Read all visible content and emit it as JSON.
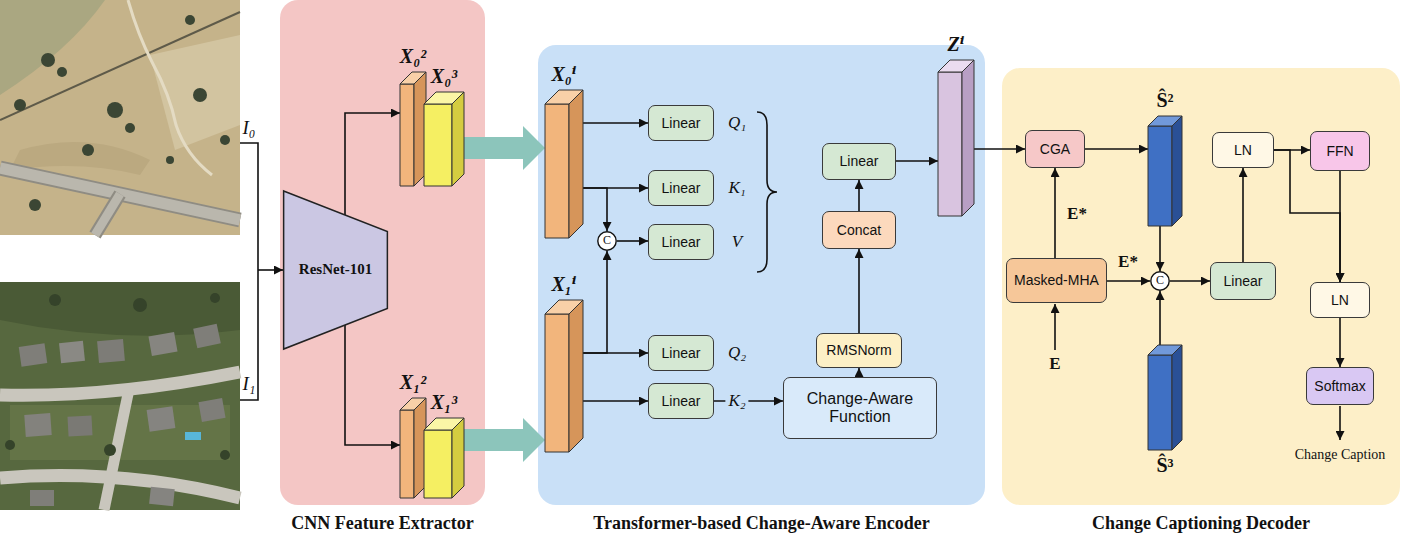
{
  "diagram": {
    "nodes": [
      {
        "text": [
          "CNN Feature Extractor"
        ]
      },
      {
        "text": [
          "ResNet-101"
        ],
        "in": 0
      },
      {
        "text": [
          "X₀²"
        ],
        "in": 0
      },
      {
        "text": [
          "X₀³"
        ],
        "in": 0
      },
      {
        "text": [
          "X₁²"
        ],
        "in": 0
      },
      {
        "text": [
          "X₁³"
        ],
        "in": 0
      },
      {
        "text": [
          "Transformer-based Change-Aware Encoder"
        ]
      },
      {
        "text": [
          "X₀ⁱ"
        ],
        "in": 6
      },
      {
        "text": [
          "Linear"
        ],
        "in": 6
      },
      {
        "text": [
          "Linear"
        ],
        "in": 6
      },
      {
        "text": [
          "C"
        ],
        "in": 6
      },
      {
        "text": [
          "Linear"
        ],
        "in": 6
      },
      {
        "text": [
          "X₁ⁱ"
        ],
        "in": 6
      },
      {
        "text": [
          "Linear"
        ],
        "in": 6
      },
      {
        "text": [
          "Linear"
        ],
        "in": 6
      },
      {
        "text": [
          "Linear"
        ],
        "in": 6
      },
      {
        "text": [
          "Concat"
        ],
        "in": 6
      },
      {
        "text": [
          "RMSNorm"
        ],
        "in": 6
      },
      {
        "text": [
          "Change-Aware Function"
        ],
        "in": 6
      },
      {
        "text": [
          "Zⁱ"
        ],
        "in": 6
      },
      {
        "text": [
          "Change Captioning Decoder"
        ]
      },
      {
        "text": [
          "CGA"
        ],
        "in": 20
      },
      {
        "text": [
          "Ŝ²"
        ],
        "in": 20
      },
      {
        "text": [
          "Masked-MHA"
        ],
        "in": 20
      },
      {
        "text": [
          "C"
        ],
        "in": 20
      },
      {
        "text": [
          "Ŝ³"
        ],
        "in": 20
      },
      {
        "text": [
          "Linear"
        ],
        "in": 20
      },
      {
        "text": [
          "LN"
        ],
        "in": 20
      },
      {
        "text": [
          "FFN"
        ],
        "in": 20
      },
      {
        "text": [
          "LN"
        ],
        "in": 20
      },
      {
        "text": [
          "Softmax"
        ],
        "in": 20
      }
    ],
    "edges": [
      {
        "from": 1,
        "to": 2,
        "arrow": "to"
      },
      {
        "from": 1,
        "to": 4,
        "arrow": "to"
      },
      {
        "from": 3,
        "to": 7,
        "arrow": "to"
      },
      {
        "from": 5,
        "to": 12,
        "arrow": "to"
      },
      {
        "from": 7,
        "to": 8,
        "arrow": "to"
      },
      {
        "from": 7,
        "to": 9,
        "arrow": "to"
      },
      {
        "from": 7,
        "to": 10,
        "arrow": "to"
      },
      {
        "from": 12,
        "to": 10,
        "arrow": "to"
      },
      {
        "from": 10,
        "to": 11,
        "arrow": "to"
      },
      {
        "from": 12,
        "to": 13,
        "arrow": "to"
      },
      {
        "from": 12,
        "to": 14,
        "arrow": "to"
      },
      {
        "from": 14,
        "to": 18,
        "arrow": "to"
      },
      {
        "from": 18,
        "to": 17,
        "arrow": "to"
      },
      {
        "from": 17,
        "to": 16,
        "arrow": "to"
      },
      {
        "from": 16,
        "to": 15,
        "arrow": "to"
      },
      {
        "from": 15,
        "to": 19,
        "arrow": "to"
      },
      {
        "from": 19,
        "to": 21,
        "arrow": "to"
      },
      {
        "from": 23,
        "to": 21,
        "label": "E*",
        "arrow": "to"
      },
      {
        "from": 23,
        "to": 24,
        "label": "E*",
        "arrow": "to"
      },
      {
        "from": 21,
        "to": 22,
        "arrow": "to"
      },
      {
        "from": 22,
        "to": 24,
        "arrow": "to"
      },
      {
        "from": 25,
        "to": 24,
        "arrow": "to"
      },
      {
        "from": 24,
        "to": 26,
        "arrow": "to"
      },
      {
        "from": 26,
        "to": 27,
        "arrow": "to"
      },
      {
        "from": 27,
        "to": 28,
        "arrow": "to"
      },
      {
        "from": 27,
        "to": 29,
        "arrow": "to"
      },
      {
        "from": 28,
        "to": 29,
        "arrow": "to"
      },
      {
        "from": 29,
        "to": 30,
        "arrow": "to"
      }
    ],
    "labels": [
      "I₀",
      "I₁",
      "Q₁",
      "K₁",
      "V",
      "Q₂",
      "K₂",
      "E",
      "Change Caption"
    ]
  }
}
